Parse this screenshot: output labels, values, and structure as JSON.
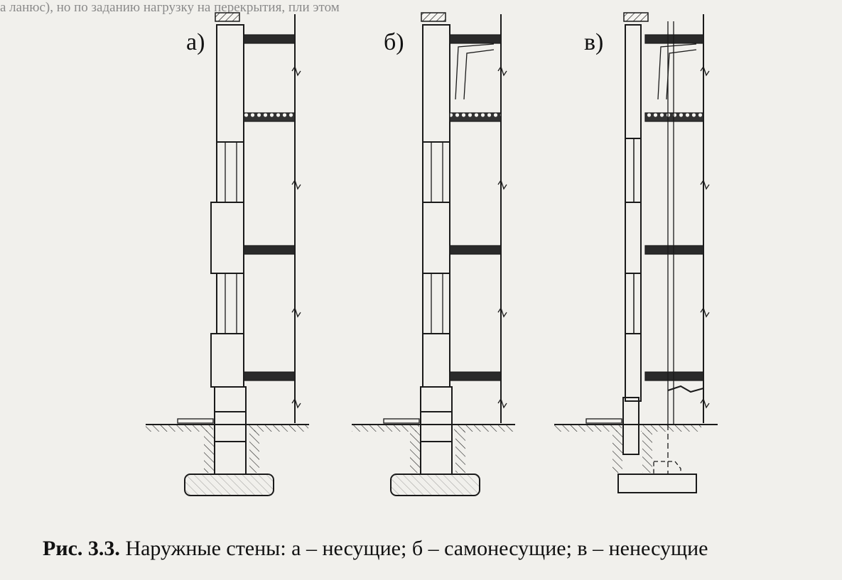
{
  "background_text": "а ланюс), но по заданию нагрузку на перекрытия, пли этом",
  "panels": [
    {
      "id": "a",
      "label": "а)"
    },
    {
      "id": "b",
      "label": "б)"
    },
    {
      "id": "v",
      "label": "в)"
    }
  ],
  "caption": {
    "number": "Рис. 3.3.",
    "text": "Наружные стены: а – несущие; б – самонесущие; в – ненесущие"
  }
}
